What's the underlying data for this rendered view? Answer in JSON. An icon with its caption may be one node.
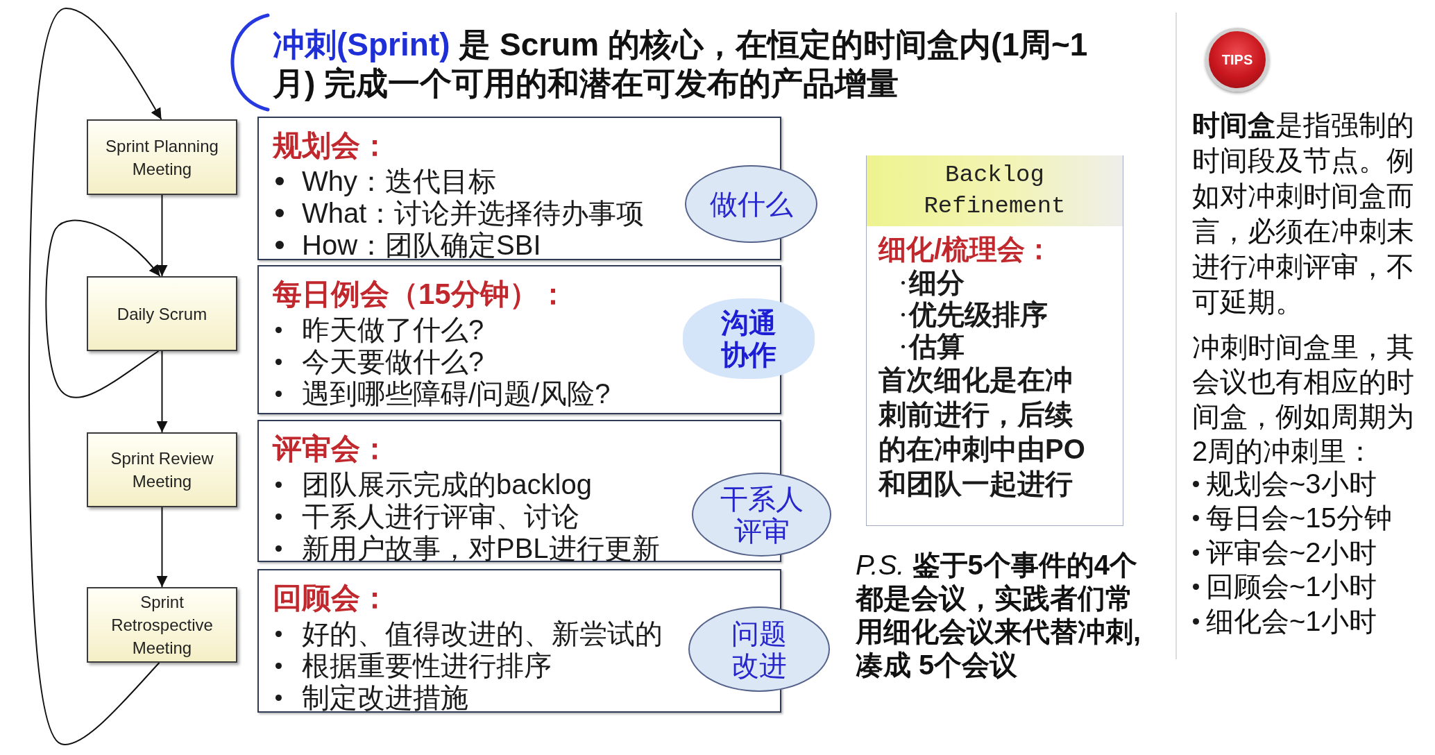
{
  "diagram": {
    "title": "**冲刺(Sprint)** 是 Scrum 的核心，在恒定的时间盒内(1周~1月) 完成一个可用的和潜在可发布的产品增量",
    "nodes": [
      {
        "text": [
          "Sprint Planning Meeting"
        ]
      },
      {
        "text": [
          "Daily Scrum"
        ]
      },
      {
        "text": [
          "Sprint Review Meeting"
        ]
      },
      {
        "text": [
          "Sprint Retrospective Meeting"
        ]
      },
      {
        "text": [
          "规划会：",
          "Why：迭代目标",
          "What：讨论并选择待办事项",
          "How：团队确定SBI"
        ]
      },
      {
        "text": [
          "做什么"
        ]
      },
      {
        "text": [
          "每日例会（15分钟）：",
          "昨天做了什么?",
          "今天要做什么?",
          "遇到哪些障碍/问题/风险?"
        ]
      },
      {
        "text": [
          "沟通协作"
        ]
      },
      {
        "text": [
          "评审会：",
          "团队展示完成的backlog",
          "干系人进行评审、讨论",
          "新用户故事，对PBL进行更新"
        ]
      },
      {
        "text": [
          "干系人评审"
        ]
      },
      {
        "text": [
          "回顾会：",
          "好的、值得改进的、新尝试的",
          "根据重要性进行排序",
          "制定改进措施"
        ]
      },
      {
        "text": [
          "问题改进"
        ]
      },
      {
        "text": [
          "Backlog Refinement",
          "细化/梳理会：",
          "细分",
          "优先级排序",
          "估算",
          "首次细化是在冲刺前进行，后续的在冲刺中由PO和团队一起进行"
        ]
      }
    ],
    "edges": [
      {
        "from": 0,
        "to": 1,
        "arrow": "to"
      },
      {
        "from": 1,
        "to": 2,
        "arrow": "to"
      },
      {
        "from": 2,
        "to": 3,
        "arrow": "to"
      },
      {
        "from": 1,
        "to": 1,
        "arrow": "to"
      },
      {
        "from": 3,
        "to": 0,
        "arrow": "to"
      }
    ],
    "labels": [
      "*P.S.* 鉴于5个事件的4个都是会议，实践者们常用细化会议来代替冲刺, 凑成 5个会议",
      "TIPS",
      "**时间盒**是指强制的时间段及节点。例如对冲刺时间盒而言，必须在冲刺末进行冲刺评审，不可延期。",
      "冲刺时间盒里，其会议也有相应的时间盒，例如周期为2周的冲刺里：",
      "规划会~3小时",
      "每日会~15分钟",
      "评审会~2小时",
      "回顾会~1小时",
      "细化会~1小时"
    ]
  }
}
